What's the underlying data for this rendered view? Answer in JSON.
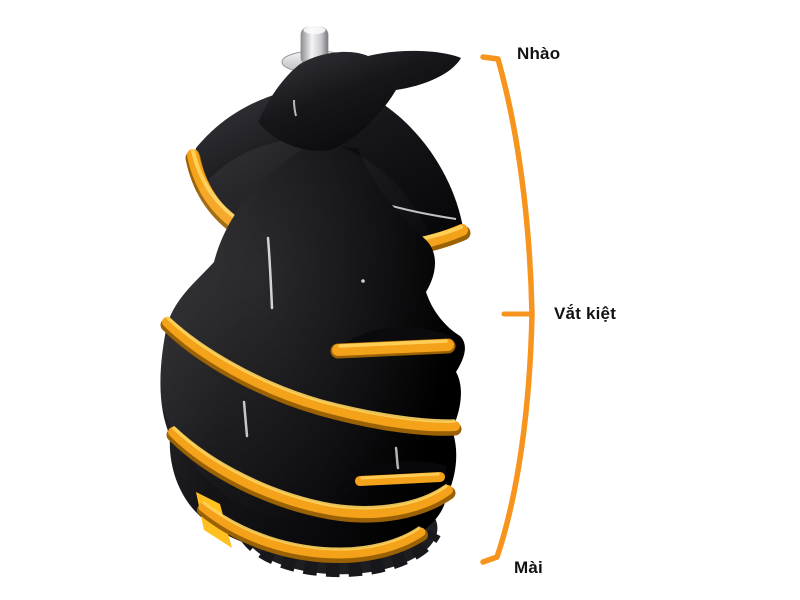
{
  "annotation": {
    "accent_color": "#F7941E",
    "labels": {
      "top": "Nhào",
      "middle": "Vắt kiệt",
      "bottom": "Mài"
    }
  },
  "colors": {
    "background": "#FFFFFF",
    "auger_body_black": "#101013",
    "auger_gold": "#F5A21B",
    "auger_gold_highlight": "#FFD45E",
    "auger_gold_shadow": "#9A6205",
    "pin_silver": "#D9D9DC",
    "label_text": "#121212"
  }
}
